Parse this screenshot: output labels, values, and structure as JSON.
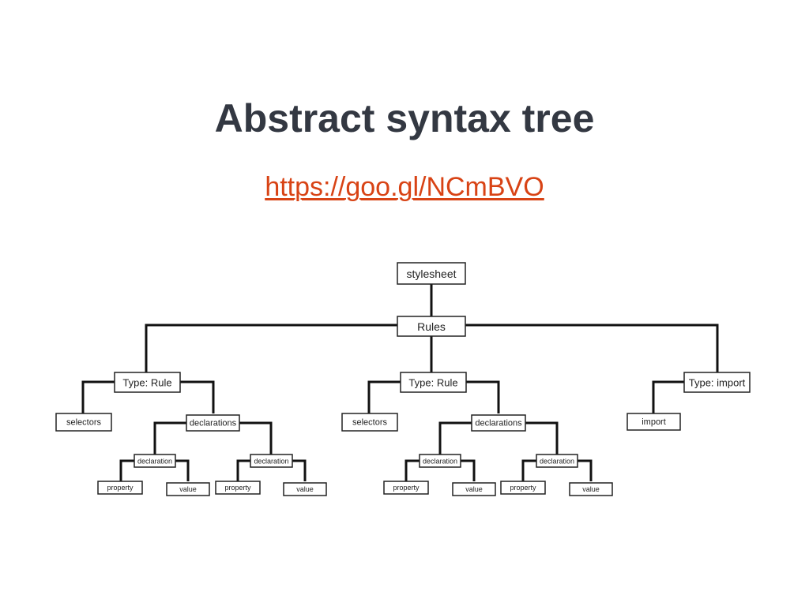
{
  "title": "Abstract syntax tree",
  "link": "https://goo.gl/NCmBVO",
  "colors": {
    "title": "#333842",
    "link": "#d84315",
    "edge": "#111111"
  },
  "tree": {
    "root": "stylesheet",
    "rules_node": "Rules",
    "children": [
      {
        "type_label": "Type: Rule",
        "selectors": "selectors",
        "declarations": "declarations",
        "items": [
          {
            "declaration": "declaration",
            "property": "property",
            "value": "value"
          },
          {
            "declaration": "declaration",
            "property": "property",
            "value": "value"
          }
        ]
      },
      {
        "type_label": "Type: Rule",
        "selectors": "selectors",
        "declarations": "declarations",
        "items": [
          {
            "declaration": "declaration",
            "property": "property",
            "value": "value"
          },
          {
            "declaration": "declaration",
            "property": "property",
            "value": "value"
          }
        ]
      },
      {
        "type_label": "Type: import",
        "import": "import"
      }
    ]
  }
}
